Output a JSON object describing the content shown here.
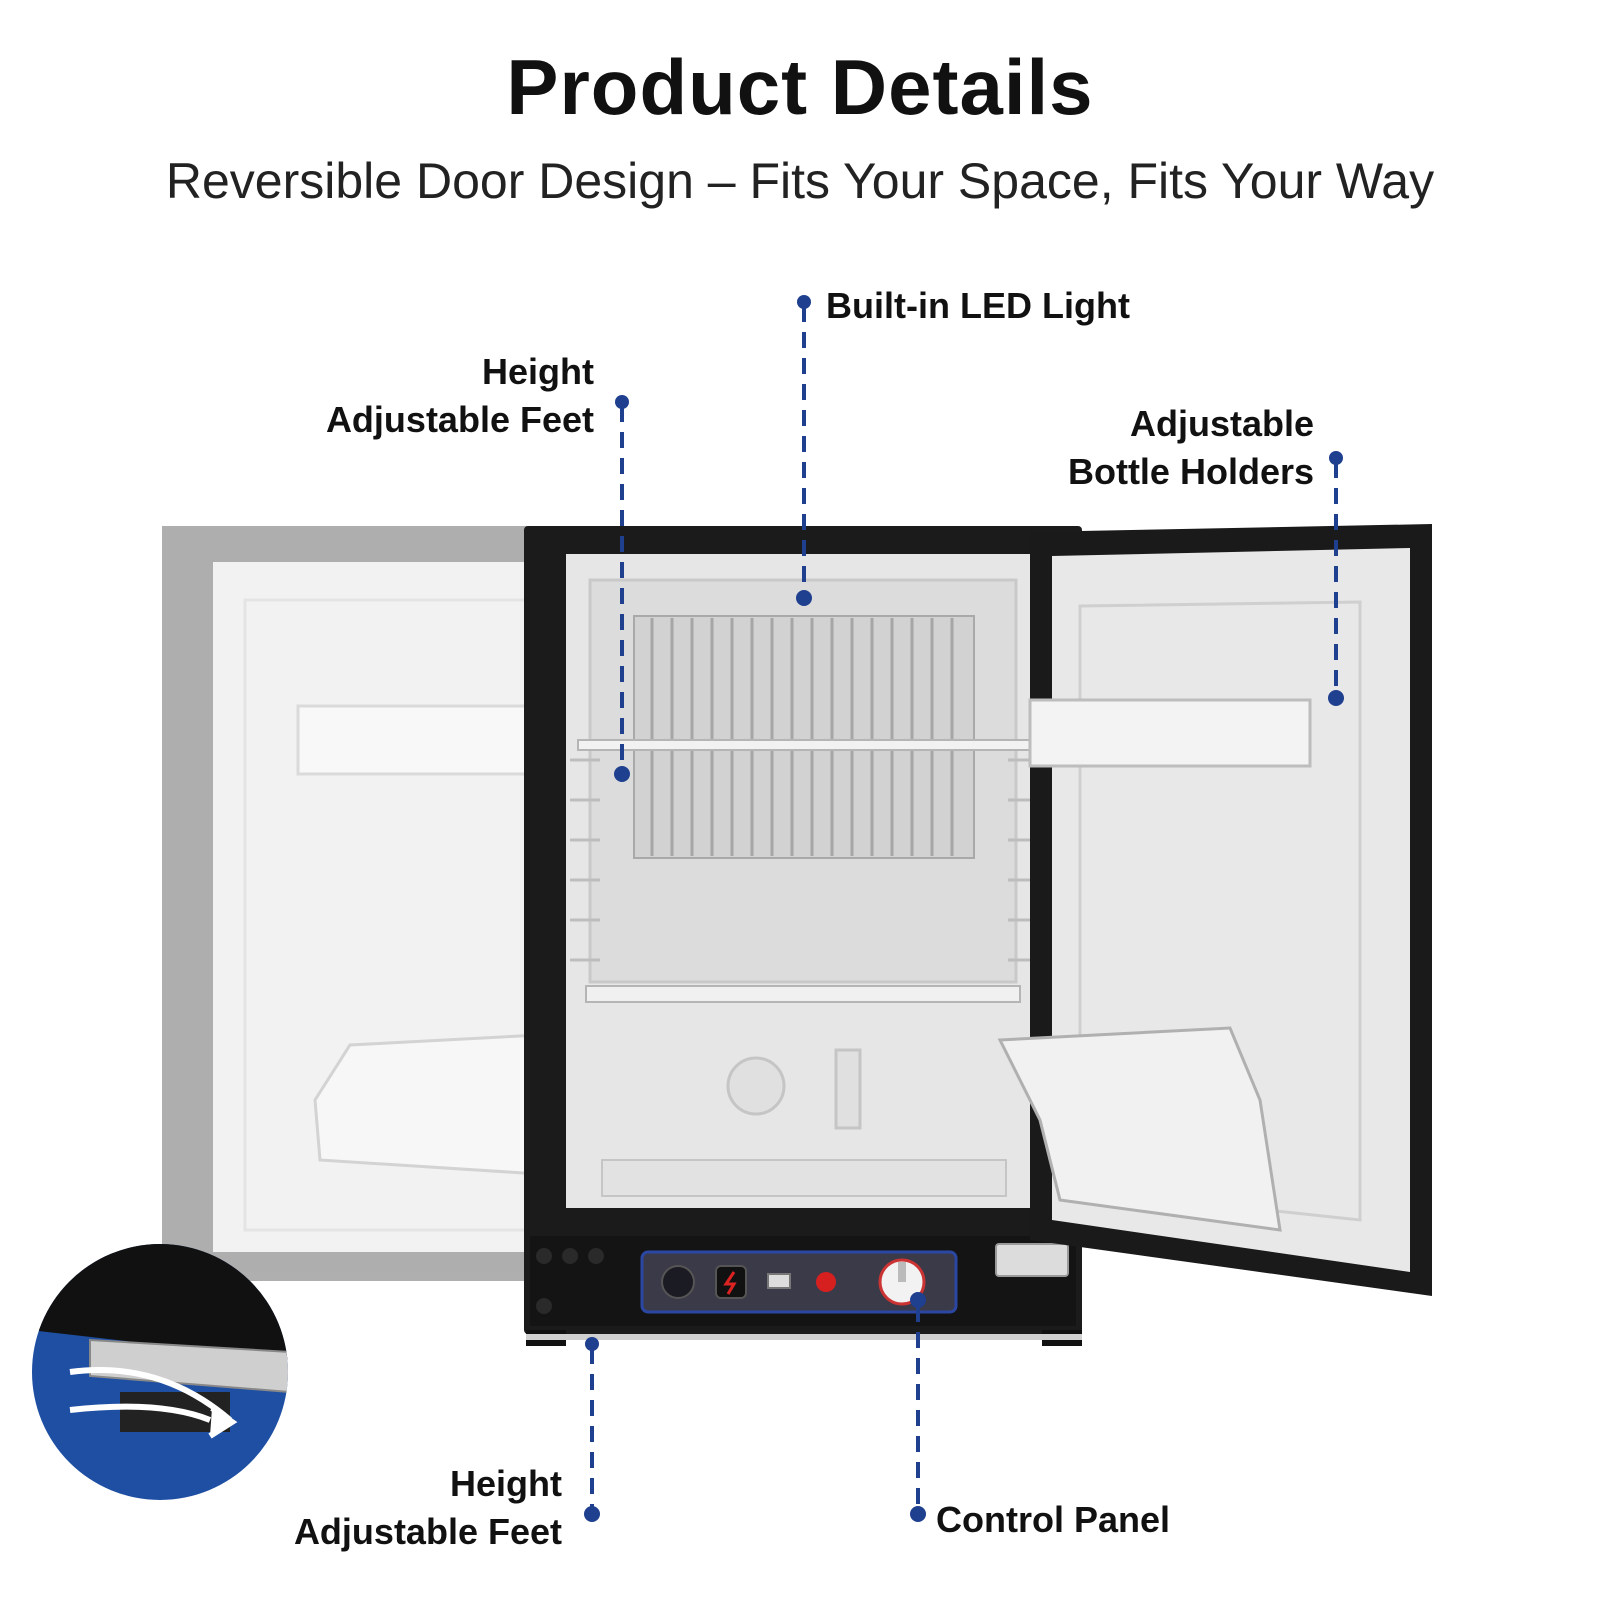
{
  "header": {
    "title": "Product Details",
    "subtitle": "Reversible Door Design – Fits Your Space, Fits Your Way"
  },
  "callouts": {
    "led_light": {
      "line1": "Built-in LED Light"
    },
    "shelf_feet": {
      "line1": "Height",
      "line2": "Adjustable Feet"
    },
    "bottle_holders": {
      "line1": "Adjustable",
      "line2": "Bottle Holders"
    },
    "bottom_feet": {
      "line1": "Height",
      "line2": "Adjustable Feet"
    },
    "control_panel": {
      "line1": "Control Panel"
    }
  },
  "colors": {
    "accent": "#1f3f8f",
    "dark_body": "#1a1a1a",
    "interior": "#e9e9e9",
    "circle_bg": "#1e4fa3"
  },
  "icons": [
    "rotate-arrows-icon",
    "power-knob-icon",
    "switch-icon",
    "usb-icon",
    "indicator-light-icon",
    "thermostat-knob-icon"
  ]
}
